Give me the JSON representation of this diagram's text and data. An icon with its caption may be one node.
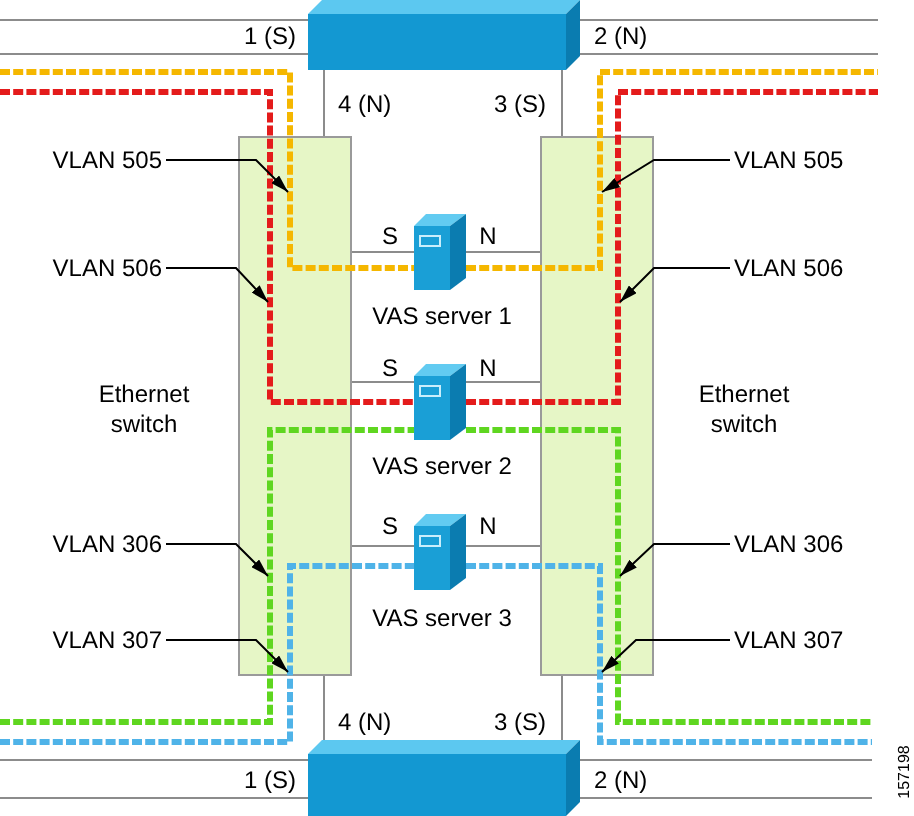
{
  "diagram": {
    "nodes": [
      {
        "text": [],
        "shape": "box"
      },
      {
        "text": [],
        "shape": "box",
        "beside": [
          "Ethernet switch"
        ]
      },
      {
        "text": [],
        "shape": "box",
        "beside": [
          "Ethernet switch"
        ]
      },
      {
        "text": [],
        "shape": "picture",
        "beside": [
          "VAS server 1"
        ]
      },
      {
        "text": [],
        "shape": "picture",
        "beside": [
          "VAS server 2"
        ]
      },
      {
        "text": [],
        "shape": "picture",
        "beside": [
          "VAS server 3"
        ]
      },
      {
        "text": [
          "VLAN 505"
        ]
      },
      {
        "text": [
          "VLAN 505"
        ]
      },
      {
        "text": [
          "VLAN 506"
        ]
      },
      {
        "text": [
          "VLAN 506"
        ]
      },
      {
        "text": [
          "VLAN 306"
        ]
      },
      {
        "text": [
          "VLAN 306"
        ]
      },
      {
        "text": [
          "VLAN 307"
        ]
      },
      {
        "text": [
          "VLAN 307"
        ]
      },
      {
        "text": [],
        "shape": "box"
      }
    ],
    "edges": [
      {
        "from": null,
        "to": 0,
        "arrow": "none",
        "label": "1 (S)"
      },
      {
        "from": 0,
        "to": null,
        "arrow": "none",
        "label": "2 (N)"
      },
      {
        "from": 0,
        "to": 1,
        "arrow": "none",
        "label": "4 (N)"
      },
      {
        "from": 0,
        "to": 2,
        "arrow": "none",
        "label": "3 (S)"
      },
      {
        "from": 3,
        "to": 1,
        "arrow": "none",
        "label": "S"
      },
      {
        "from": 3,
        "to": 2,
        "arrow": "none",
        "label": "N"
      },
      {
        "from": 4,
        "to": 1,
        "arrow": "none",
        "label": "S"
      },
      {
        "from": 4,
        "to": 2,
        "arrow": "none",
        "label": "N"
      },
      {
        "from": 5,
        "to": 1,
        "arrow": "none",
        "label": "S"
      },
      {
        "from": 5,
        "to": 2,
        "arrow": "none",
        "label": "N"
      },
      {
        "from": 14,
        "to": 1,
        "arrow": "none",
        "label": "4 (N)"
      },
      {
        "from": 14,
        "to": 2,
        "arrow": "none",
        "label": "3 (S)"
      },
      {
        "from": null,
        "to": 14,
        "arrow": "none",
        "label": "1 (S)"
      },
      {
        "from": 14,
        "to": null,
        "arrow": "none",
        "label": "2 (N)"
      },
      {
        "from": null,
        "to": 3,
        "arrow": "none",
        "style": "dashed",
        "color": "#f5b700"
      },
      {
        "from": 3,
        "to": null,
        "arrow": "none",
        "style": "dashed",
        "color": "#f5b700"
      },
      {
        "from": null,
        "to": 4,
        "arrow": "none",
        "style": "dashed",
        "color": "#e41b1b"
      },
      {
        "from": 4,
        "to": null,
        "arrow": "none",
        "style": "dashed",
        "color": "#e41b1b"
      },
      {
        "from": null,
        "to": 4,
        "arrow": "none",
        "style": "dashed",
        "color": "#5fd620"
      },
      {
        "from": 4,
        "to": null,
        "arrow": "none",
        "style": "dashed",
        "color": "#5fd620"
      },
      {
        "from": null,
        "to": 5,
        "arrow": "none",
        "style": "dashed",
        "color": "#4fb3e8"
      },
      {
        "from": 5,
        "to": null,
        "arrow": "none",
        "style": "dashed",
        "color": "#4fb3e8"
      },
      {
        "from": 6,
        "to": 1,
        "arrow": "to",
        "color": "#000000"
      },
      {
        "from": 7,
        "to": 2,
        "arrow": "to",
        "color": "#000000"
      },
      {
        "from": 8,
        "to": 1,
        "arrow": "to",
        "color": "#000000"
      },
      {
        "from": 9,
        "to": 2,
        "arrow": "to",
        "color": "#000000"
      },
      {
        "from": 10,
        "to": 1,
        "arrow": "to",
        "color": "#000000"
      },
      {
        "from": 11,
        "to": 2,
        "arrow": "to",
        "color": "#000000"
      },
      {
        "from": 12,
        "to": 1,
        "arrow": "to",
        "color": "#000000"
      },
      {
        "from": 13,
        "to": 2,
        "arrow": "to",
        "color": "#000000"
      }
    ],
    "labels": [
      "157198"
    ]
  }
}
